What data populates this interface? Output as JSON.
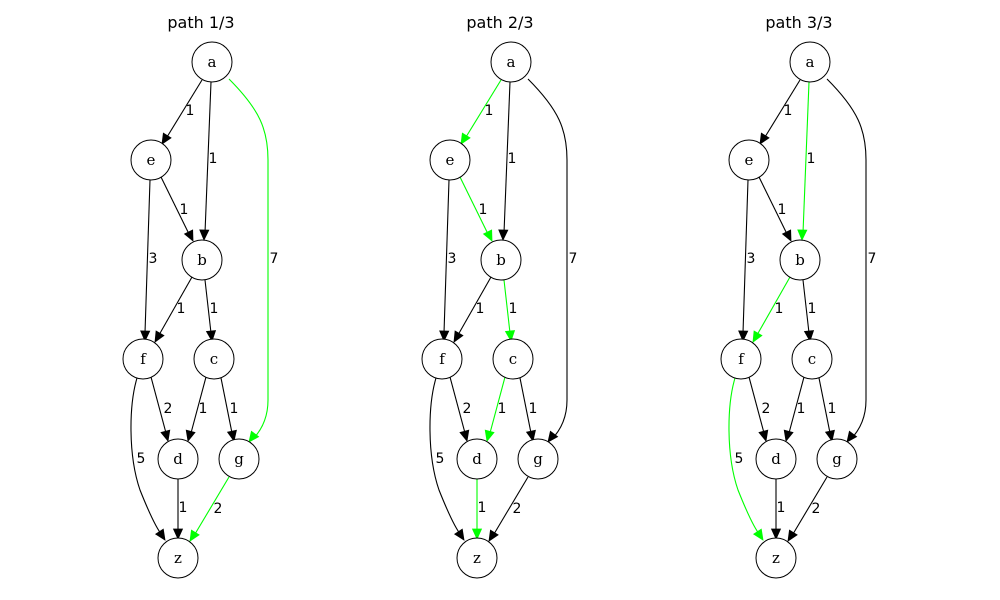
{
  "colors": {
    "highlight": "#00ff00",
    "default": "#000000"
  },
  "panels": [
    {
      "title": "path 1/3",
      "highlight": [
        "a-g",
        "g-z"
      ]
    },
    {
      "title": "path 2/3",
      "highlight": [
        "a-e",
        "e-b",
        "b-c",
        "c-d",
        "d-z"
      ]
    },
    {
      "title": "path 3/3",
      "highlight": [
        "a-b",
        "b-f",
        "f-z"
      ]
    }
  ],
  "nodes": [
    "a",
    "e",
    "b",
    "f",
    "c",
    "d",
    "g",
    "z"
  ],
  "edges": [
    {
      "id": "a-e",
      "from": "a",
      "to": "e",
      "weight": "1"
    },
    {
      "id": "a-b",
      "from": "a",
      "to": "b",
      "weight": "1"
    },
    {
      "id": "a-g",
      "from": "a",
      "to": "g",
      "weight": "7"
    },
    {
      "id": "e-b",
      "from": "e",
      "to": "b",
      "weight": "1"
    },
    {
      "id": "e-f",
      "from": "e",
      "to": "f",
      "weight": "3"
    },
    {
      "id": "b-f",
      "from": "b",
      "to": "f",
      "weight": "1"
    },
    {
      "id": "b-c",
      "from": "b",
      "to": "c",
      "weight": "1"
    },
    {
      "id": "f-d",
      "from": "f",
      "to": "d",
      "weight": "2"
    },
    {
      "id": "f-z",
      "from": "f",
      "to": "z",
      "weight": "5"
    },
    {
      "id": "c-d",
      "from": "c",
      "to": "d",
      "weight": "1"
    },
    {
      "id": "c-g",
      "from": "c",
      "to": "g",
      "weight": "1"
    },
    {
      "id": "d-z",
      "from": "d",
      "to": "z",
      "weight": "1"
    },
    {
      "id": "g-z",
      "from": "g",
      "to": "z",
      "weight": "2"
    }
  ]
}
